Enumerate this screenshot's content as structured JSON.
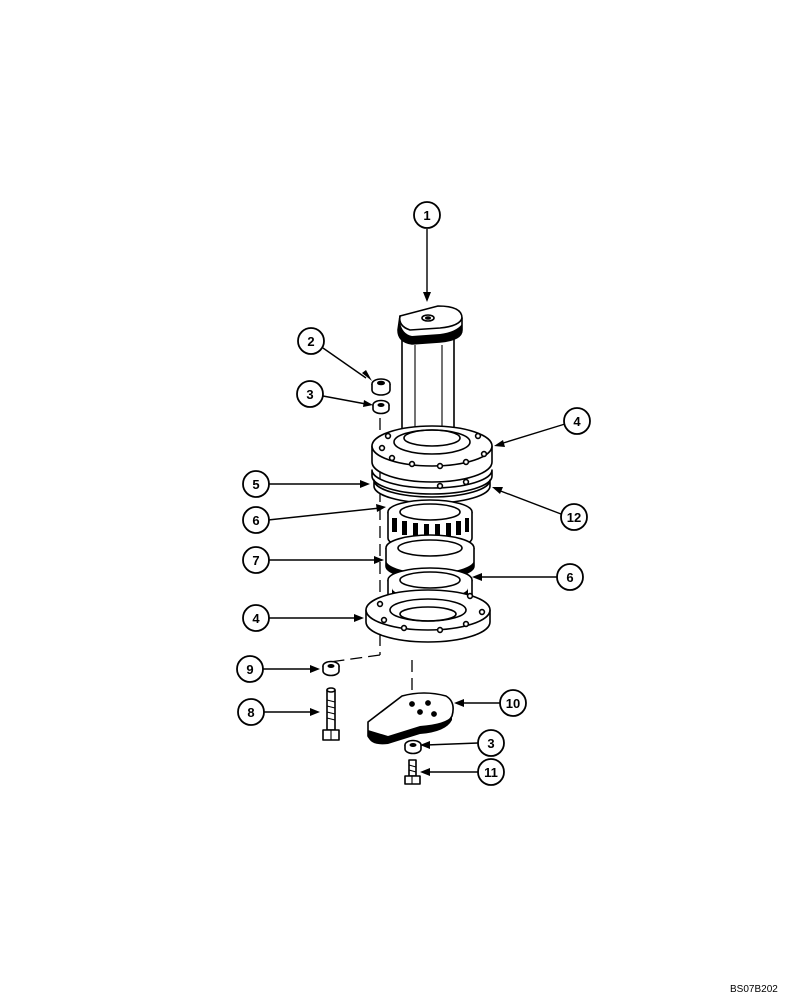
{
  "callouts": [
    {
      "id": "callout-1",
      "label": "1"
    },
    {
      "id": "callout-2",
      "label": "2"
    },
    {
      "id": "callout-3a",
      "label": "3"
    },
    {
      "id": "callout-4a",
      "label": "4"
    },
    {
      "id": "callout-5",
      "label": "5"
    },
    {
      "id": "callout-12",
      "label": "12"
    },
    {
      "id": "callout-6a",
      "label": "6"
    },
    {
      "id": "callout-7",
      "label": "7"
    },
    {
      "id": "callout-6b",
      "label": "6"
    },
    {
      "id": "callout-4b",
      "label": "4"
    },
    {
      "id": "callout-9",
      "label": "9"
    },
    {
      "id": "callout-10",
      "label": "10"
    },
    {
      "id": "callout-8",
      "label": "8"
    },
    {
      "id": "callout-3b",
      "label": "3"
    },
    {
      "id": "callout-11",
      "label": "11"
    }
  ],
  "reference_code": "BS07B202"
}
